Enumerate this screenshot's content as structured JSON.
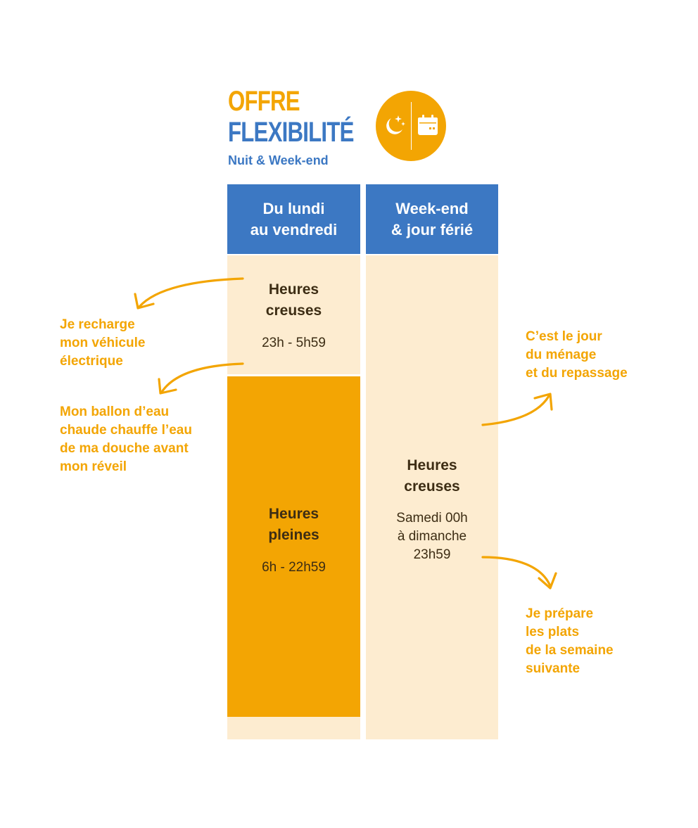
{
  "brand": {
    "title_line1": "OFFRE",
    "title_line2": "FLEXIBILITÉ",
    "subtitle": "Nuit & Week-end",
    "badge_icons": [
      "moon-stars-icon",
      "calendar-icon"
    ],
    "colors": {
      "orange": "#f3a503",
      "blue": "#3c78c3",
      "cream": "#fdecd0",
      "dark_text": "#3d2d14"
    }
  },
  "columns": {
    "weekday": {
      "header": "Du lundi\nau vendredi",
      "off_peak": {
        "label": "Heures\ncreuses",
        "hours": "23h - 5h59"
      },
      "peak": {
        "label": "Heures\npleines",
        "hours": "6h - 22h59"
      }
    },
    "weekend": {
      "header": "Week-end\n& jour férié",
      "off_peak": {
        "label": "Heures\ncreuses",
        "hours": "Samedi 00h\nà dimanche\n23h59"
      }
    }
  },
  "annotations": {
    "left": [
      "Je recharge\nmon véhicule\nélectrique",
      "Mon ballon d’eau\nchaude chauffe l’eau\nde ma douche avant\nmon réveil"
    ],
    "right": [
      "C’est le jour\ndu ménage\net du repassage",
      "Je prépare\nles plats\nde la semaine\nsuivante"
    ]
  }
}
